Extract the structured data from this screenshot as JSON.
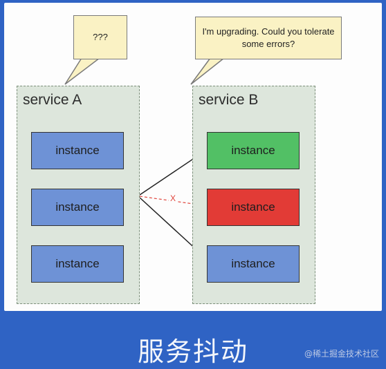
{
  "service_a": {
    "title": "service A",
    "instances": [
      "instance",
      "instance",
      "instance"
    ],
    "callout": "???"
  },
  "service_b": {
    "title": "service B",
    "instances": [
      {
        "label": "instance",
        "state": "healthy",
        "color": "#52c065"
      },
      {
        "label": "instance",
        "state": "failing",
        "color": "#e23b36"
      },
      {
        "label": "instance",
        "state": "normal",
        "color": "#6e92d6"
      }
    ],
    "callout": "I'm upgrading. Could you tolerate some errors?"
  },
  "failed_call_marker": "X",
  "caption": "服务抖动",
  "watermark": "@稀土掘金技术社区",
  "colors": {
    "background": "#2f63c4",
    "service_box": "#dde6dc",
    "instance_default": "#6e92d6",
    "callout_fill": "#faf2c4",
    "failed_arrow": "#e0443c"
  }
}
